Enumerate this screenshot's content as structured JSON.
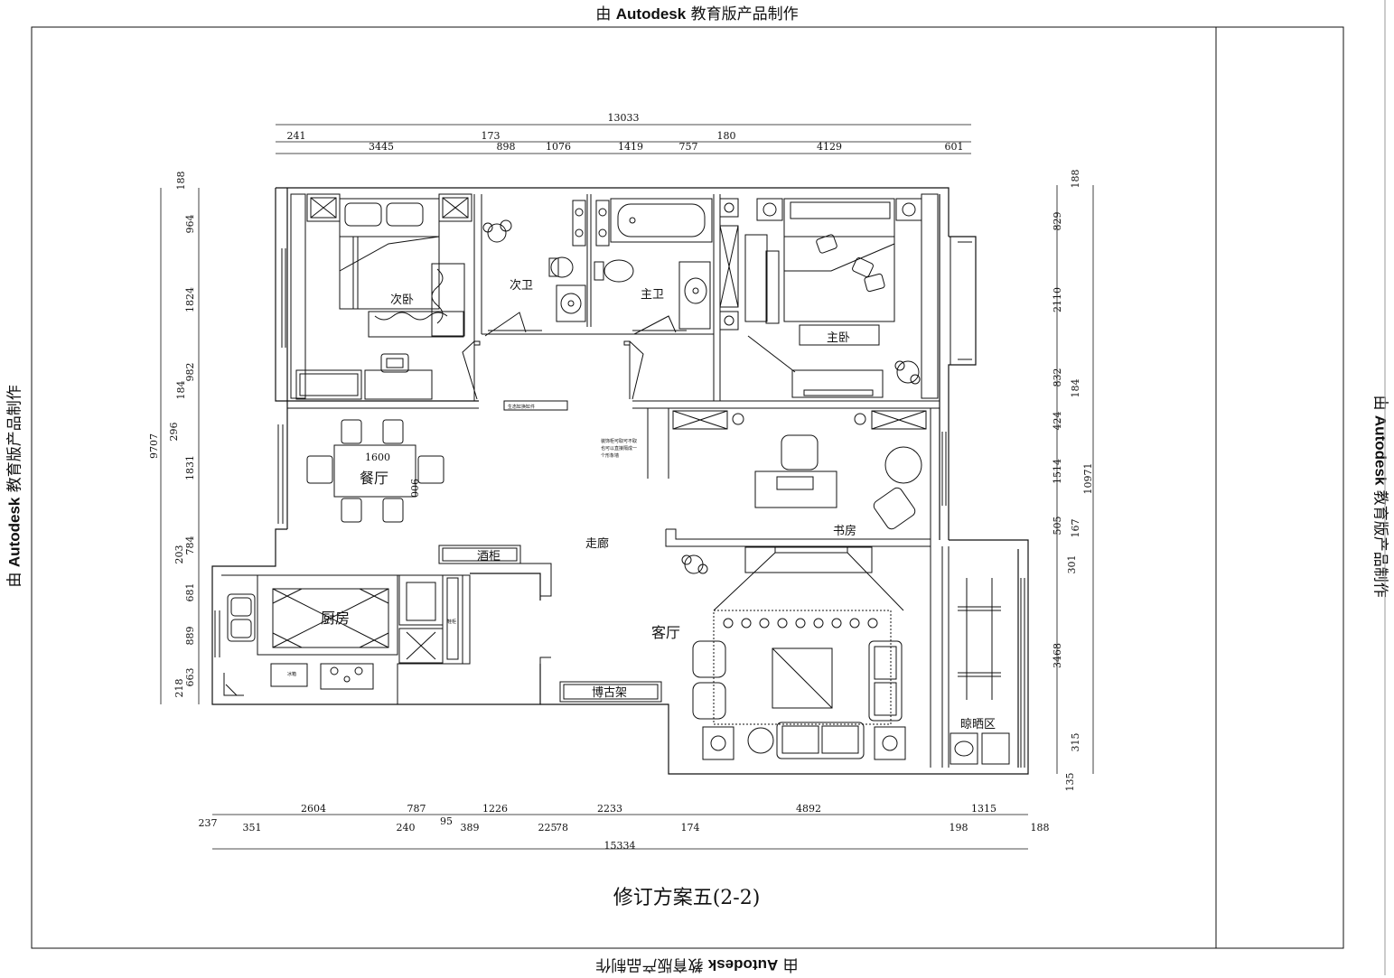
{
  "watermark": {
    "prefix": "由",
    "brand": "Autodesk",
    "suffix": "教育版产品制作"
  },
  "drawing_title": "修订方案五(2-2)",
  "rooms": {
    "second_bedroom": "次卧",
    "second_bath": "次卫",
    "master_bath": "主卫",
    "master_bedroom": "主卧",
    "dining": "餐厅",
    "corridor": "走廊",
    "study": "书房",
    "wine_cabinet": "酒柜",
    "kitchen": "厨房",
    "living": "客厅",
    "curio_shelf": "博古架",
    "drying_area": "晾晒区"
  },
  "labels": {
    "table_length": "1600",
    "table_width": "900",
    "bath_fixture_note": "生态缸换缸件",
    "partition_note": [
      "装饰柜可取可不取",
      "也可以直接隔成一",
      "个形象墙"
    ],
    "fridge": "冰箱",
    "shoe_cabinet": "鞋柜"
  },
  "dimensions": {
    "top_total": "13033",
    "top_row1": [
      "241",
      "173",
      "180"
    ],
    "top_row2": [
      "3445",
      "898",
      "1076",
      "1419",
      "757",
      "4129",
      "601"
    ],
    "bottom_row1": [
      "2604",
      "787",
      "1226",
      "2233",
      "4892",
      "1315"
    ],
    "bottom_row2": [
      "237",
      "351",
      "240",
      "95",
      "389",
      "225",
      "78",
      "174",
      "198",
      "188"
    ],
    "bottom_total": "15334",
    "left_total": "9707",
    "left": [
      "188",
      "964",
      "1824",
      "982",
      "184",
      "296",
      "1831",
      "203",
      "784",
      "681",
      "889",
      "663",
      "218"
    ],
    "right_total": "10971",
    "right": [
      "188",
      "829",
      "2110",
      "832",
      "184",
      "424",
      "1514",
      "505",
      "167",
      "301",
      "3468",
      "315",
      "135"
    ]
  }
}
